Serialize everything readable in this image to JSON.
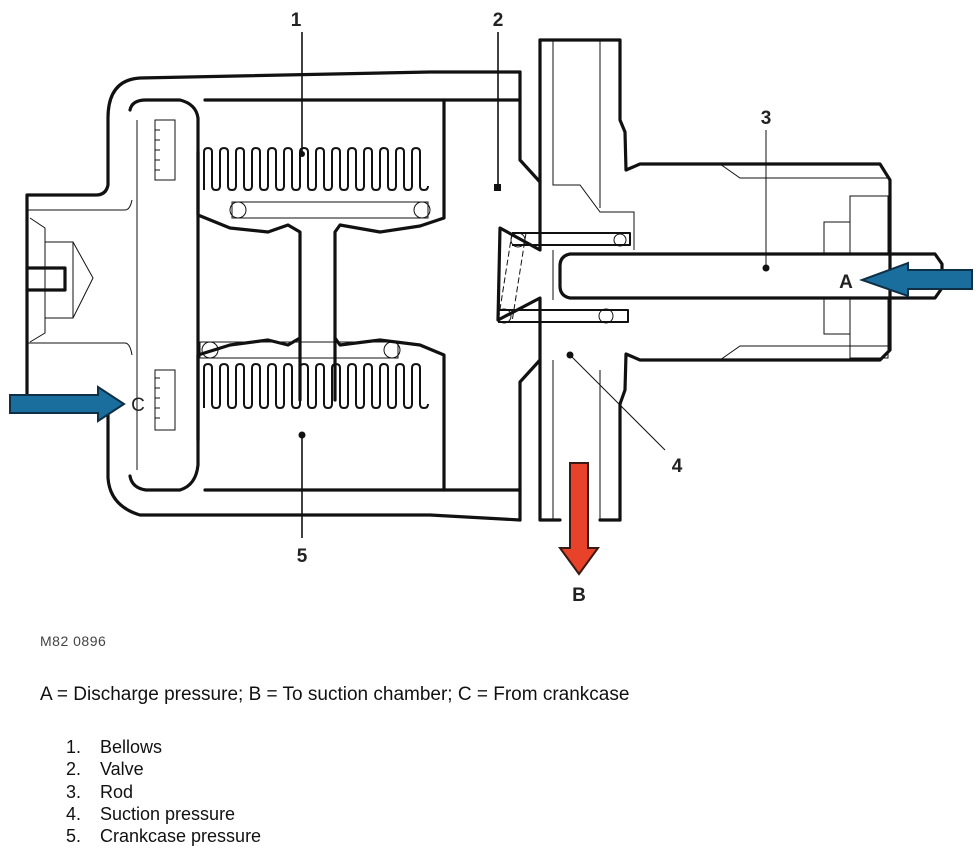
{
  "diagram": {
    "title": "Compressor control valve cross-section",
    "callouts": [
      {
        "number": "1",
        "label": "Bellows"
      },
      {
        "number": "2",
        "label": "Valve"
      },
      {
        "number": "3",
        "label": "Rod"
      },
      {
        "number": "4",
        "label": "Suction pressure"
      },
      {
        "number": "5",
        "label": "Crankcase pressure"
      }
    ],
    "flows": [
      {
        "letter": "A",
        "meaning": "Discharge pressure",
        "direction": "left",
        "color": "#1a6e9e"
      },
      {
        "letter": "B",
        "meaning": "To suction chamber",
        "direction": "down",
        "color": "#e8432a"
      },
      {
        "letter": "C",
        "meaning": "From crankcase",
        "direction": "right",
        "color": "#1a6e9e"
      }
    ],
    "colors": {
      "line": "#111111",
      "arrow_blue": "#1a6e9e",
      "arrow_red": "#e8432a"
    }
  },
  "reference_code": "M82 0896",
  "legend_text": "A = Discharge pressure; B = To suction chamber; C = From crankcase",
  "parts_list": [
    {
      "num": "1.",
      "label": "Bellows"
    },
    {
      "num": "2.",
      "label": "Valve"
    },
    {
      "num": "3.",
      "label": "Rod"
    },
    {
      "num": "4.",
      "label": "Suction pressure"
    },
    {
      "num": "5.",
      "label": "Crankcase pressure"
    }
  ]
}
